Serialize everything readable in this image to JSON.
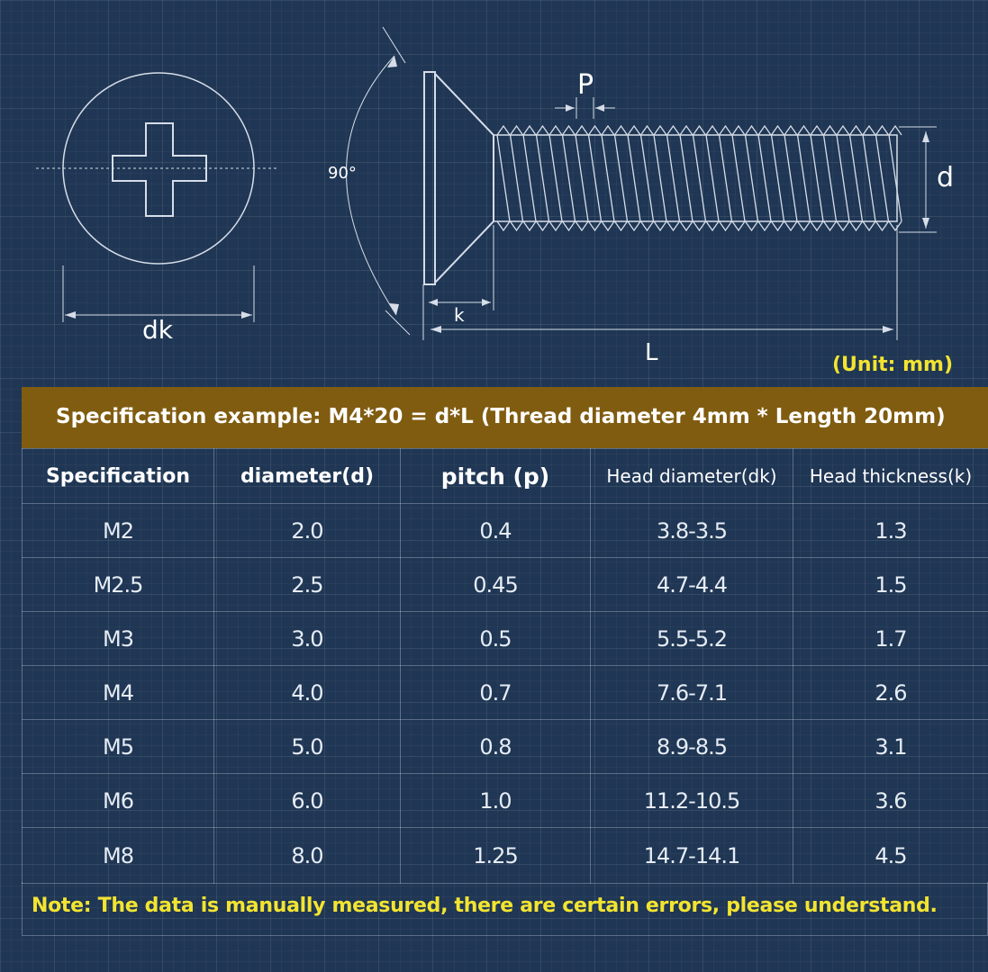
{
  "diagram": {
    "labels": {
      "pitch": "P",
      "angle": "90°",
      "thread_diameter": "d",
      "head_diameter": "dk",
      "head_thickness": "k",
      "length": "L"
    },
    "unit": "(Unit: mm)"
  },
  "banner": "Specification example: M4*20 = d*L (Thread diameter 4mm * Length 20mm)",
  "table": {
    "headers": [
      "Specification",
      "diameter(d)",
      "pitch (p)",
      "Head diameter(dk)",
      "Head thickness(k)"
    ],
    "rows": [
      [
        "M2",
        "2.0",
        "0.4",
        "3.8-3.5",
        "1.3"
      ],
      [
        "M2.5",
        "2.5",
        "0.45",
        "4.7-4.4",
        "1.5"
      ],
      [
        "M3",
        "3.0",
        "0.5",
        "5.5-5.2",
        "1.7"
      ],
      [
        "M4",
        "4.0",
        "0.7",
        "7.6-7.1",
        "2.6"
      ],
      [
        "M5",
        "5.0",
        "0.8",
        "8.9-8.5",
        "3.1"
      ],
      [
        "M6",
        "6.0",
        "1.0",
        "11.2-10.5",
        "3.6"
      ],
      [
        "M8",
        "8.0",
        "1.25",
        "14.7-14.1",
        "4.5"
      ]
    ]
  },
  "note": "Note: The data is manually measured, there are certain errors, please understand.",
  "colors": {
    "background": "#1f3654",
    "banner": "#805c10",
    "highlight_text": "#f3e430"
  }
}
